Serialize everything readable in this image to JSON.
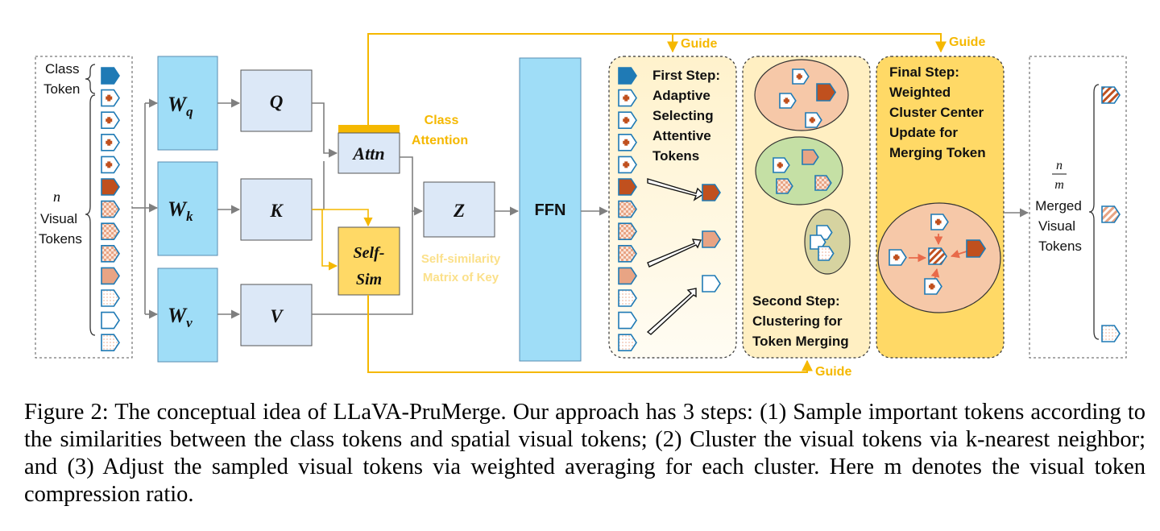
{
  "figure": {
    "input": {
      "class_token_label": [
        "Class",
        "Token"
      ],
      "n_symbol": "n",
      "visual_tokens_label": [
        "Visual",
        "Tokens"
      ]
    },
    "weights": {
      "wq": "W",
      "wq_sub": "q",
      "wk": "W",
      "wk_sub": "k",
      "wv": "W",
      "wv_sub": "v"
    },
    "projections": {
      "q": "Q",
      "k": "K",
      "v": "V"
    },
    "attn": {
      "label": "Attn",
      "class_attention": [
        "Class",
        "Attention"
      ]
    },
    "selfsim": {
      "label": [
        "Self-",
        "Sim"
      ],
      "caption": [
        "Self-similarity",
        "Matrix of Key"
      ]
    },
    "z": "Z",
    "ffn": "FFN",
    "guide_labels": [
      "Guide",
      "Guide",
      "Guide"
    ],
    "step1": [
      "First Step:",
      "Adaptive",
      "Selecting",
      "Attentive",
      "Tokens"
    ],
    "step2": [
      "Second Step:",
      "Clustering for",
      "Token Merging"
    ],
    "step3": [
      "Final Step:",
      "Weighted",
      "Cluster Center",
      "Update for",
      "Merging Token"
    ],
    "output": {
      "fraction_num": "n",
      "fraction_den": "m",
      "label": [
        "Merged",
        "Visual",
        "Tokens"
      ]
    },
    "colors": {
      "blue_box": "#9FDDF7",
      "light_box": "#DCE8F7",
      "guide": "#F5B800",
      "step1_bg": "#FFF8E1",
      "step2_bg": "#FFEFC2",
      "step3_bg": "#FFD966",
      "token_dark": "#C0501E",
      "token_blue": "#1F7AB5"
    }
  },
  "caption": {
    "text": "Figure 2: The conceptual idea of LLaVA-PruMerge. Our approach has 3 steps: (1) Sample important tokens according to the similarities between the class tokens and spatial visual tokens; (2) Cluster the visual tokens via k-nearest neighbor; and (3) Adjust the sampled visual tokens via weighted averaging for each cluster. Here m denotes the visual token compression ratio."
  }
}
